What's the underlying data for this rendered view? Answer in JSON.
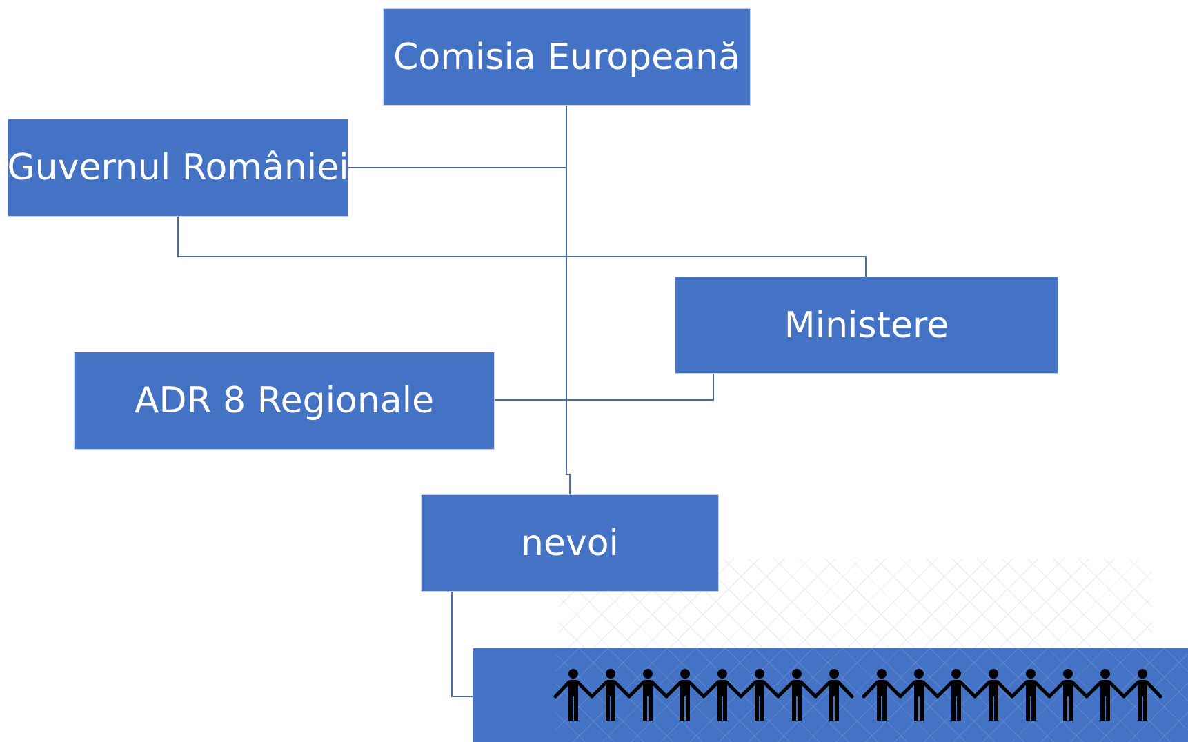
{
  "diagram": {
    "nodes": {
      "ec": "Comisia Europeană",
      "gov": "Guvernul României",
      "min": "Ministere",
      "adr": "ADR 8 Regionale",
      "nevoi": "nevoi"
    },
    "colors": {
      "box_fill": "#4472c4",
      "box_text": "#ffffff",
      "connector": "#4a6fa8",
      "figures": "#000000"
    },
    "people_illustration": {
      "icon": "people-holding-hands-icon",
      "groups": [
        {
          "count": 8
        },
        {
          "count": 8
        }
      ]
    }
  }
}
